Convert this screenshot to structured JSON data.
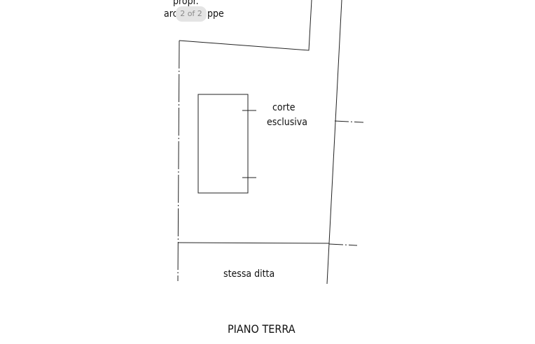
{
  "page_indicator": "2 of 2",
  "labels": {
    "owner_line1": "propr.",
    "owner_line2_left": "arc",
    "owner_line2_right": "ppe",
    "courtyard_line1": "corte",
    "courtyard_line2": "esclusiva",
    "same_owner": "stessa ditta",
    "floor_title": "PIANO TERRA"
  }
}
